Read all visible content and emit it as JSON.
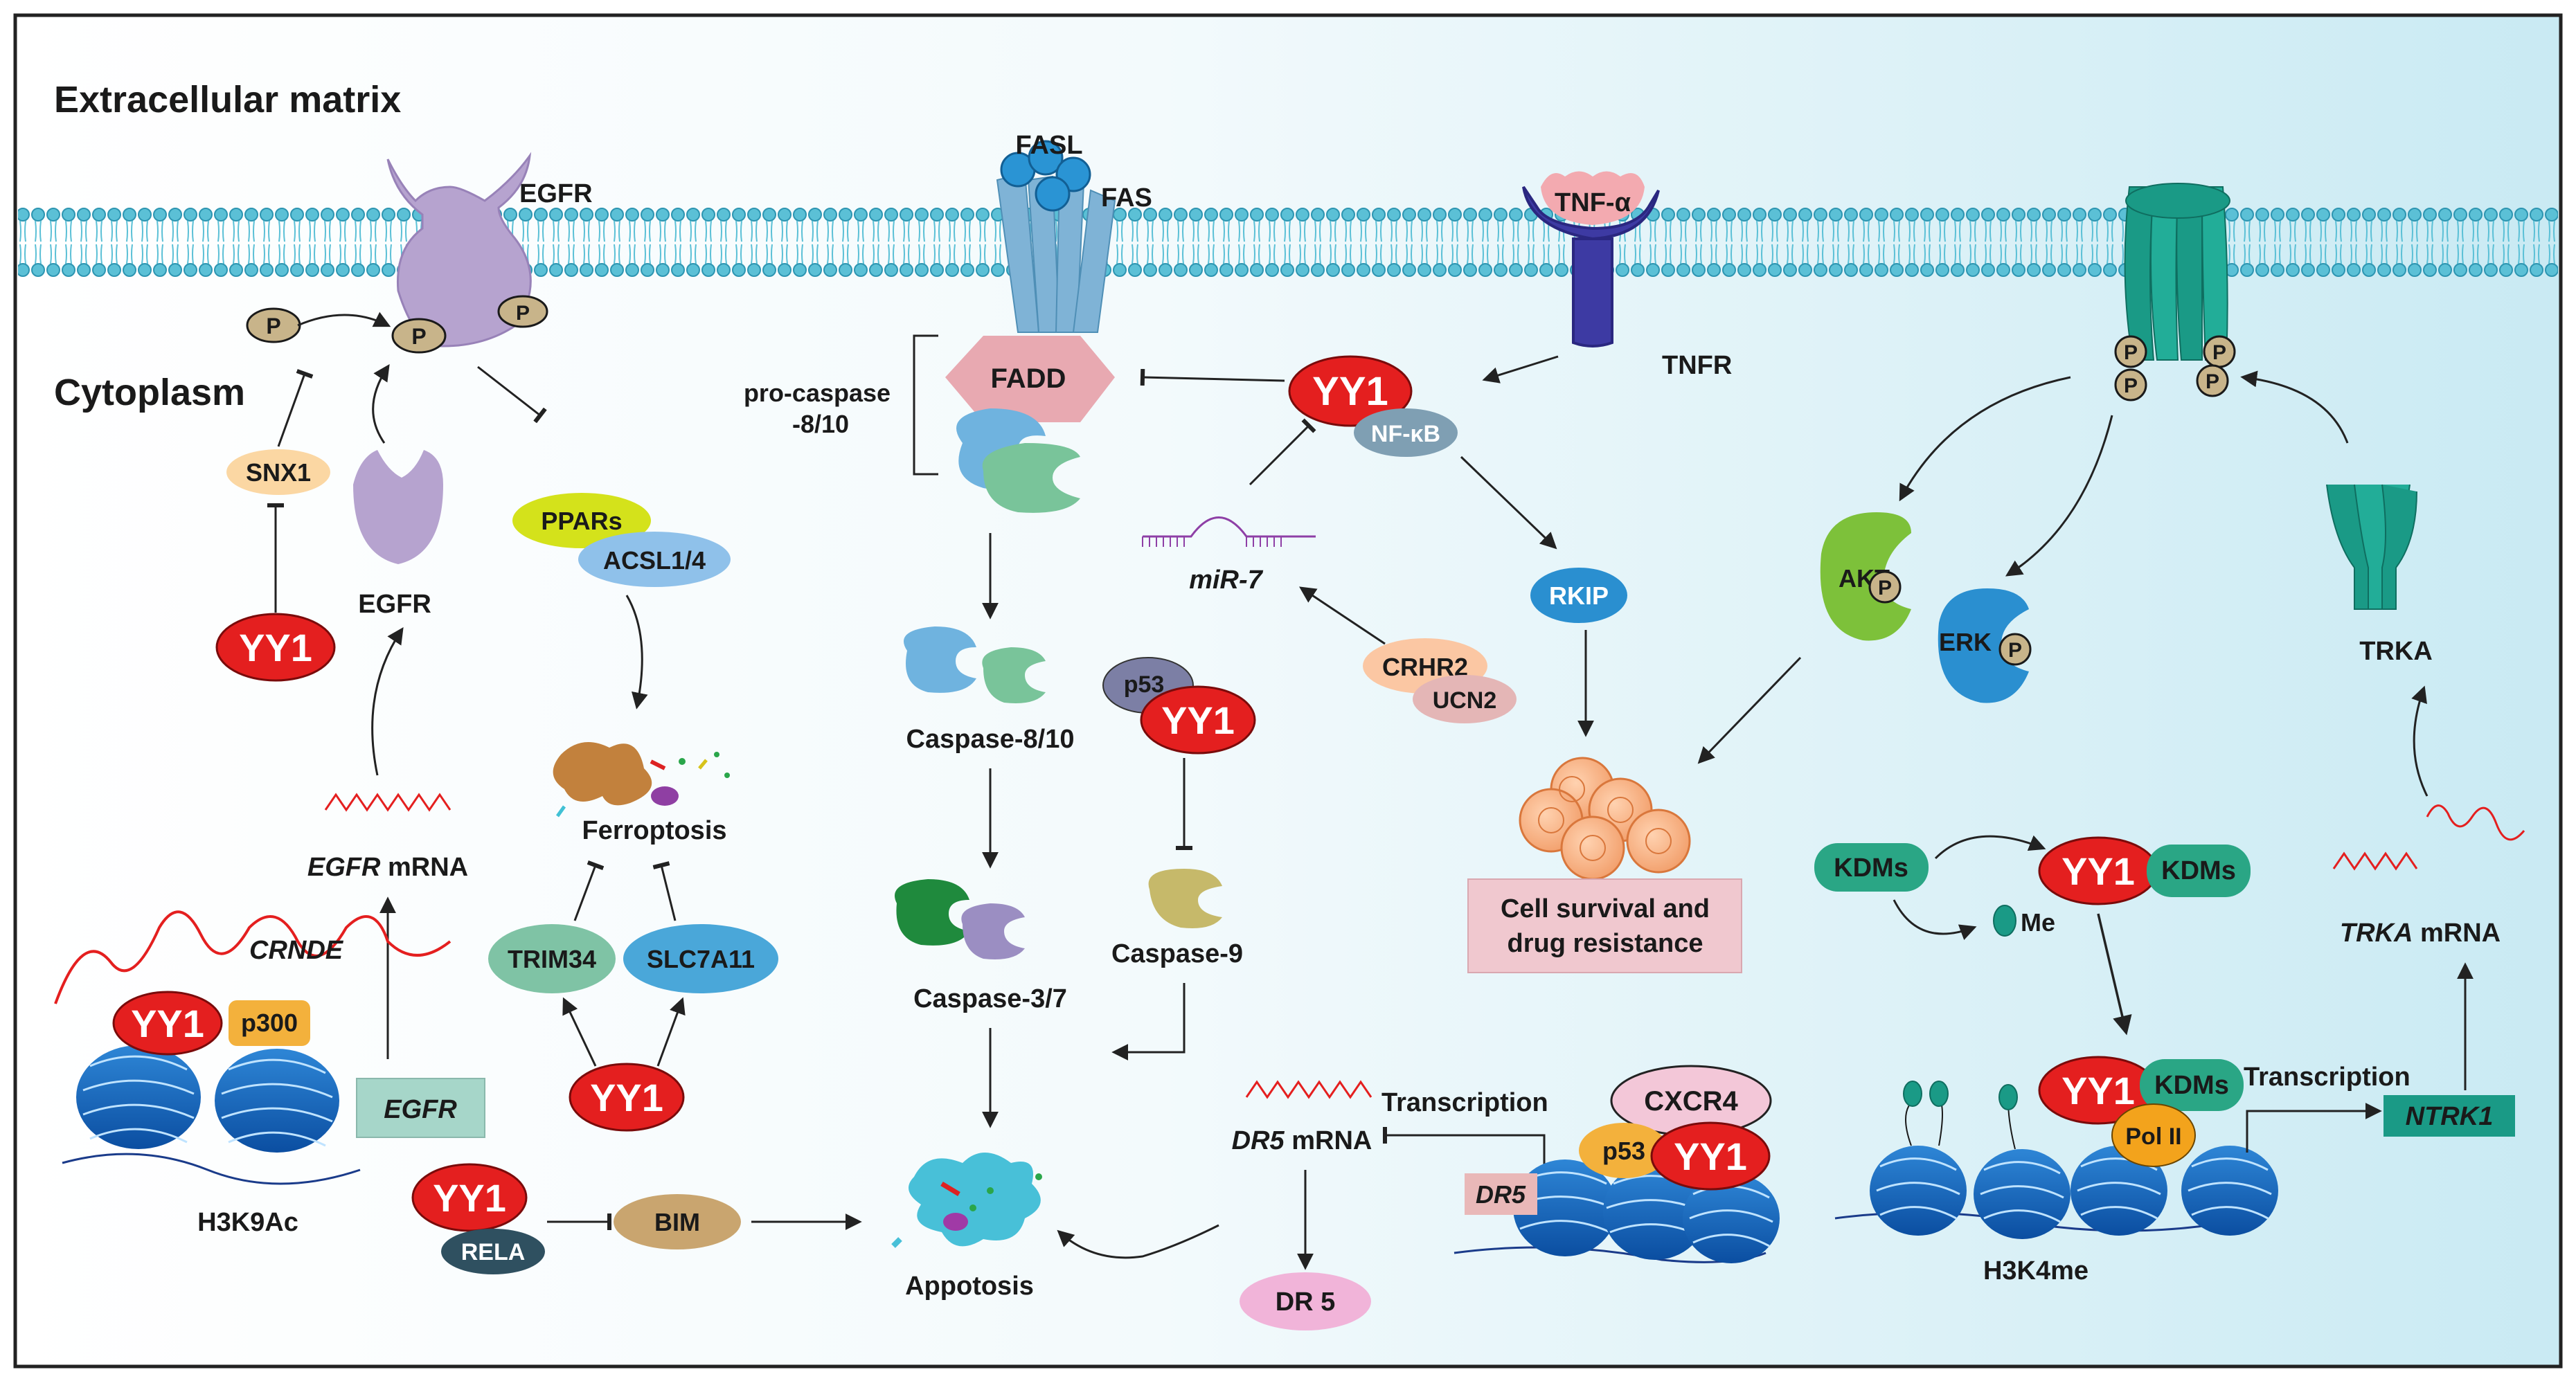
{
  "regions": {
    "extracellular": "Extracellular matrix",
    "cytoplasm": "Cytoplasm"
  },
  "colors": {
    "yy1": "#e41f1f",
    "membrane": "#4fb7cf",
    "background_end": "#c9eaf3",
    "teal": "#1a9a86",
    "caspase_blue": "#6fb3df",
    "caspase_green": "#79c49a"
  },
  "egfr_module": {
    "egfr_receptor": "EGFR",
    "phospho": "P",
    "snx1": "SNX1",
    "egfr_internal": "EGFR",
    "yy1": "YY1",
    "egfr_mrna": "EGFR",
    "mrna_suffix": " mRNA",
    "crnde": "CRNDE",
    "yy1_chromatin": "YY1",
    "p300": "p300",
    "egfr_gene": "EGFR",
    "h3k9ac": "H3K9Ac"
  },
  "ferroptosis_module": {
    "pparas": "PPARs",
    "acsl": "ACSL1/4",
    "ferroptosis": "Ferroptosis",
    "trim34": "TRIM34",
    "slc7a11": "SLC7A11",
    "yy1": "YY1"
  },
  "bim_module": {
    "yy1": "YY1",
    "rela": "RELA",
    "bim": "BIM"
  },
  "fas_module": {
    "fasl": "FASL",
    "fas": "FAS",
    "fadd": "FADD",
    "procaspase_line1": "pro-caspase",
    "procaspase_line2": "-8/10",
    "caspase810": "Caspase-8/10",
    "caspase37": "Caspase-3/7",
    "apoptosis": "Appotosis",
    "p53": "p53",
    "yy1": "YY1",
    "caspase9": "Caspase-9"
  },
  "tnf_module": {
    "tnfa": "TNF-α",
    "tnfr": "TNFR",
    "yy1": "YY1",
    "nfkb": "NF-κB",
    "mir7": "miR-7",
    "crhr2": "CRHR2",
    "ucn2": "UCN2",
    "rkip": "RKIP",
    "cell_survival_line1": "Cell survival and",
    "cell_survival_line2": "drug resistance"
  },
  "dr5_module": {
    "dr5_mrna": "DR5",
    "mrna_suffix": " mRNA",
    "transcription": "Transcription",
    "cxcr4": "CXCR4",
    "p53": "p53",
    "yy1": "YY1",
    "dr5_gene": "DR5",
    "dr5_protein": "DR 5"
  },
  "trka_module": {
    "phospho": "P",
    "akt": "AKT",
    "erk": "ERK",
    "trka": "TRKA",
    "trka_mrna": "TRKA",
    "mrna_suffix": " mRNA",
    "kdms_left": "KDMs",
    "yy1_top": "YY1",
    "kdms_top": "KDMs",
    "me": "Me",
    "yy1_chromatin": "YY1",
    "kdms_chromatin": "KDMs",
    "pol2": "Pol II",
    "transcription": "Transcription",
    "ntrk1": "NTRK1",
    "h3k4me": "H3K4me"
  }
}
